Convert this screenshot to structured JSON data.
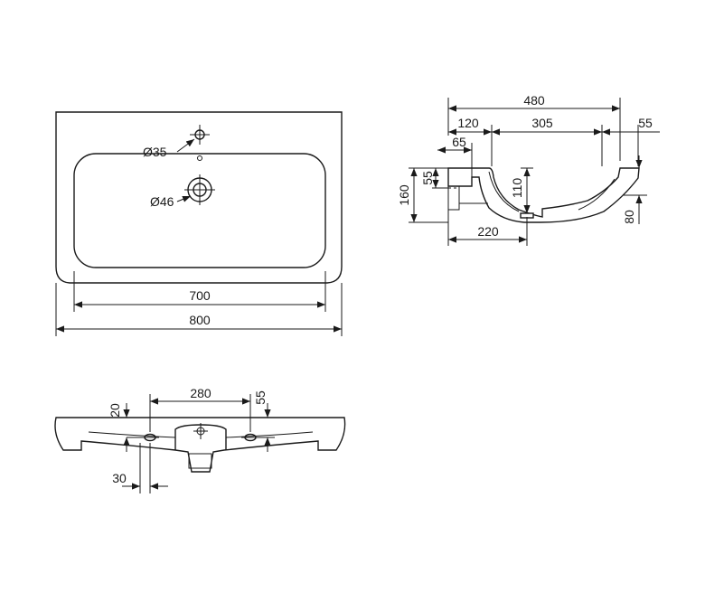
{
  "top_view": {
    "tap_hole_label": "Ø35",
    "waste_hole_label": "Ø46",
    "bowl_width": "700",
    "overall_width": "800"
  },
  "side_view": {
    "depth": "480",
    "back_offset": "120",
    "bowl_length": "305",
    "front_offset": "55",
    "wall_offset": "65",
    "bracket_height": "55",
    "overall_height": "160",
    "bowl_depth": "110",
    "waste_distance": "220",
    "front_height": "80"
  },
  "front_view": {
    "fixing_spacing": "280",
    "top_offset": "20",
    "fixing_height": "55",
    "side_offset": "30"
  },
  "colors": {
    "line": "#1a1a1a",
    "background": "#ffffff"
  }
}
